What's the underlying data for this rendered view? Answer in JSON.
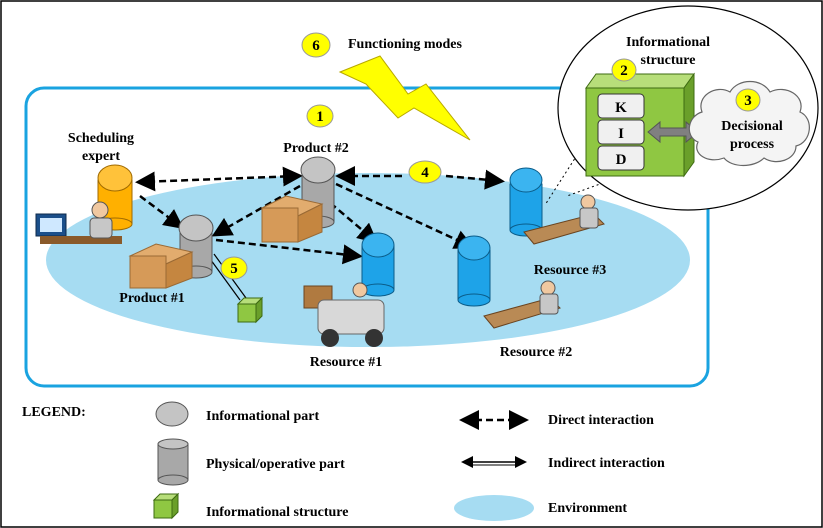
{
  "badges": {
    "b1": "1",
    "b2": "2",
    "b3": "3",
    "b4": "4",
    "b5": "5",
    "b6": "6"
  },
  "labels": {
    "functioning_modes": "Functioning modes",
    "informational_structure_1": "Informational",
    "informational_structure_2": "structure",
    "decisional_1": "Decisional",
    "decisional_2": "process",
    "scheduling_1": "Scheduling",
    "scheduling_2": "expert",
    "product2": "Product #2",
    "product1": "Product #1",
    "resource1": "Resource #1",
    "resource2": "Resource #2",
    "resource3": "Resource #3"
  },
  "kid": {
    "k": "K",
    "i": "I",
    "d": "D"
  },
  "legend": {
    "title": "LEGEND:",
    "informational_part": "Informational part",
    "physical_part": "Physical/operative part",
    "informational_structure": "Informational structure",
    "direct_interaction": "Direct interaction",
    "indirect_interaction": "Indirect interaction",
    "environment": "Environment"
  },
  "colors": {
    "environment": "#a6dcf2",
    "frame": "#1aa3e0",
    "badge": "#ffff00",
    "lightning": "#ffff00",
    "green": "#8fc742",
    "blue_agent": "#1ea3e8",
    "orange_agent": "#ffb000",
    "gray_agent": "#a8a8a8"
  }
}
